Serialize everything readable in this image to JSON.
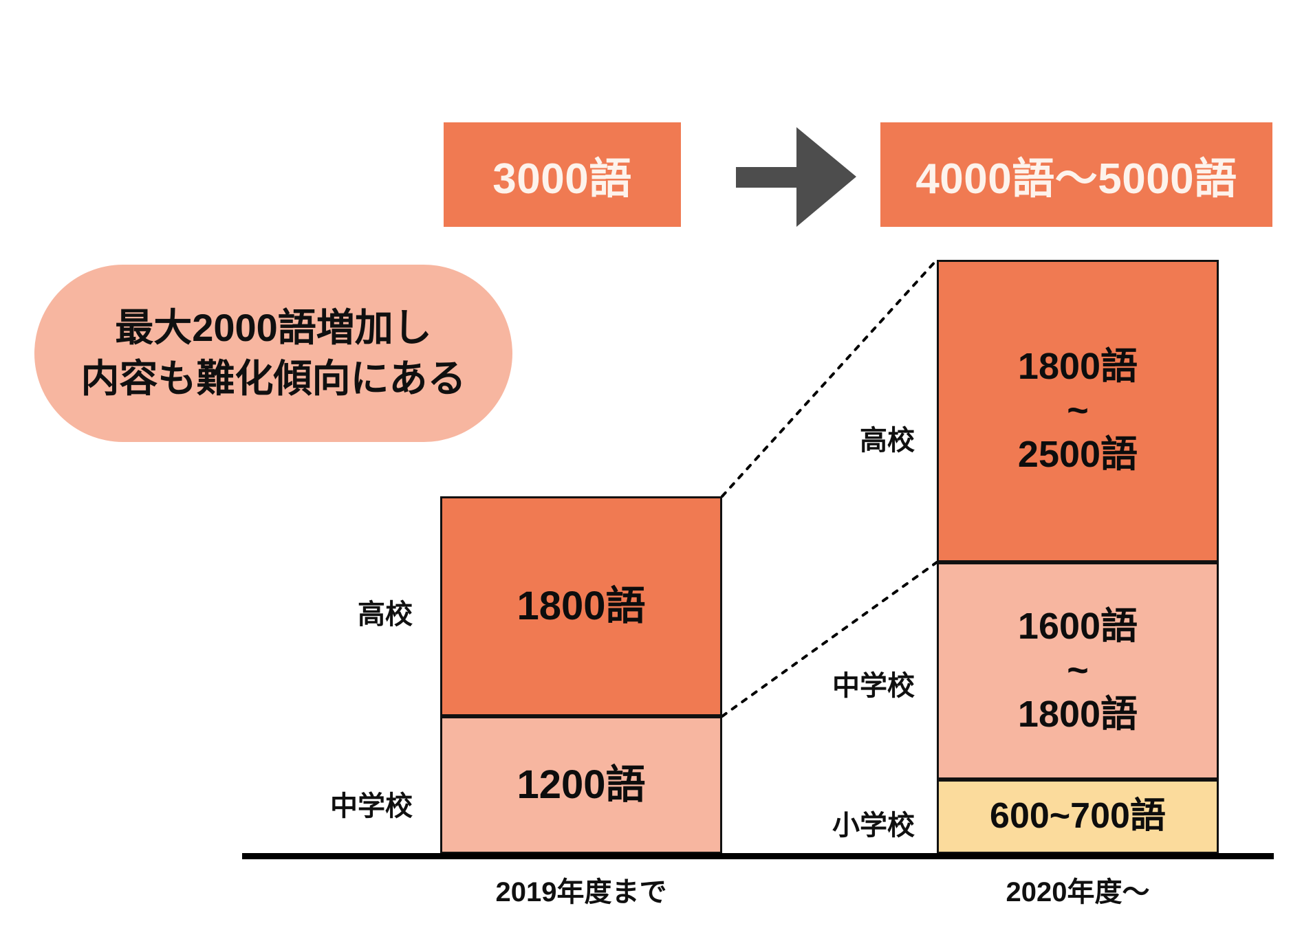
{
  "summary": {
    "before_label": "3000語",
    "after_label": "4000語〜5000語",
    "arrow_icon": "right-arrow-icon"
  },
  "callout": {
    "line1": "最大2000語増加し",
    "line2": "内容も難化傾向にある"
  },
  "chart_data": {
    "type": "bar",
    "title": "",
    "xlabel": "",
    "ylabel": "",
    "categories": [
      "2019年度まで",
      "2020年度〜"
    ],
    "stack_order": [
      "小学校",
      "中学校",
      "高校"
    ],
    "series": [
      {
        "name": "小学校",
        "color": "#FBDB9C",
        "values": [
          null,
          650
        ],
        "labels": [
          "",
          "600~700語"
        ]
      },
      {
        "name": "中学校",
        "color": "#F7B6A0",
        "values": [
          1200,
          1700
        ],
        "labels": [
          "1200語",
          "1600語\n~\n1800語"
        ]
      },
      {
        "name": "高校",
        "color": "#F07A52",
        "values": [
          1800,
          2150
        ],
        "labels": [
          "1800語",
          "1800語\n~\n2500語"
        ]
      }
    ],
    "bars": [
      {
        "category": "2019年度まで",
        "total_label": "3000語",
        "segments": [
          {
            "row_label": "高校",
            "lines": [
              "1800語"
            ],
            "color": "#F07A52"
          },
          {
            "row_label": "中学校",
            "lines": [
              "1200語"
            ],
            "color": "#F7B6A0"
          }
        ]
      },
      {
        "category": "2020年度〜",
        "total_label": "4000語〜5000語",
        "segments": [
          {
            "row_label": "高校",
            "lines": [
              "1800語",
              "~",
              "2500語"
            ],
            "color": "#F07A52"
          },
          {
            "row_label": "中学校",
            "lines": [
              "1600語",
              "~",
              "1800語"
            ],
            "color": "#F7B6A0"
          },
          {
            "row_label": "小学校",
            "lines": [
              "600~700語"
            ],
            "color": "#FBDB9C"
          }
        ]
      }
    ],
    "grid": false,
    "legend": "none"
  },
  "colors": {
    "high_school": "#F07A52",
    "junior_high": "#F7B6A0",
    "elementary": "#FBDB9C",
    "arrow": "#4D4D4D",
    "callout_bg": "#F7B6A0",
    "axis": "#000000"
  }
}
